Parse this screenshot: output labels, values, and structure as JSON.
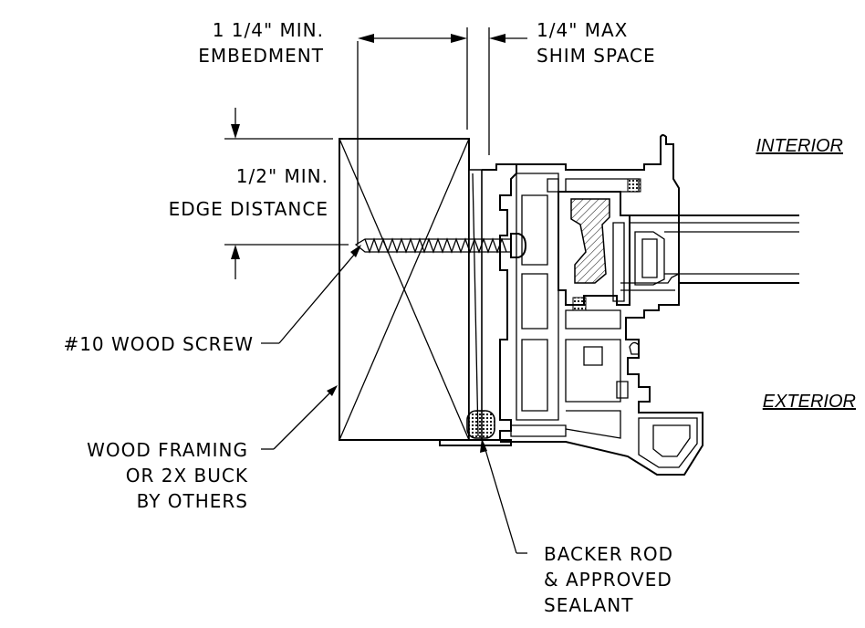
{
  "labels": {
    "embedment_1": "1 1/4\" MIN.",
    "embedment_2": "EMBEDMENT",
    "shim_1": "1/4\" MAX",
    "shim_2": "SHIM SPACE",
    "edge_1": "1/2\" MIN.",
    "edge_2": "EDGE DISTANCE",
    "screw": "#10 WOOD SCREW",
    "framing_1": "WOOD FRAMING",
    "framing_2": "OR 2X BUCK",
    "framing_3": "BY OTHERS",
    "backer_1": "BACKER ROD",
    "backer_2": "& APPROVED",
    "backer_3": "SEALANT",
    "interior": "INTERIOR",
    "exterior": "EXTERIOR"
  }
}
